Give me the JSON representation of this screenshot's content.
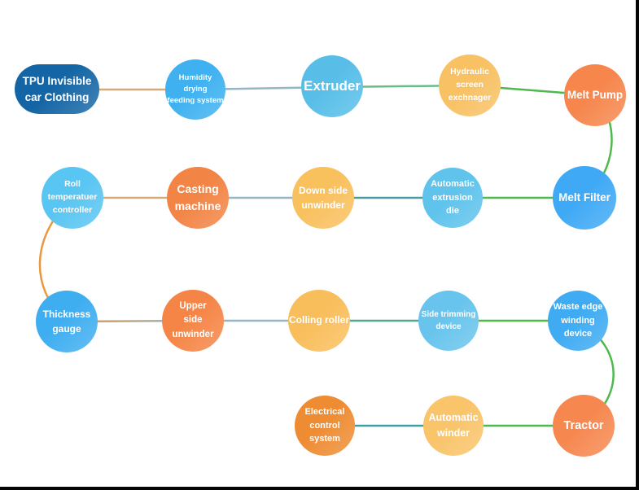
{
  "diagram": {
    "nodes": [
      {
        "id": "tpu-invisible-car-clothing",
        "label": "TPU Invisible\ncar Clothing",
        "shape": "stadium",
        "color": "#1465A5"
      },
      {
        "id": "humidity-drying-feeding-system",
        "label": "Humidity\ndrying\nfeeding system",
        "shape": "circle",
        "color": "#3FB1F0"
      },
      {
        "id": "extruder",
        "label": "Extruder",
        "shape": "circle",
        "color": "#58BEE8"
      },
      {
        "id": "hydraulic-screen-exchnager",
        "label": "Hydraulic\nscreen\nexchnager",
        "shape": "circle",
        "color": "#F8C163"
      },
      {
        "id": "melt-pump",
        "label": "Melt Pump",
        "shape": "circle",
        "color": "#F6864C"
      },
      {
        "id": "roll-temperatuer-controller",
        "label": "Roll\ntemperatuer\ncontroller",
        "shape": "circle",
        "color": "#58C5F2"
      },
      {
        "id": "casting-machine",
        "label": "Casting\nmachine",
        "shape": "circle",
        "color": "#F28445"
      },
      {
        "id": "down-side-unwinder",
        "label": "Down side\nunwinder",
        "shape": "circle",
        "color": "#F9C05E"
      },
      {
        "id": "automatic-extrusion-die",
        "label": "Automatic\nextrusion\ndie",
        "shape": "circle",
        "color": "#5FC3EC"
      },
      {
        "id": "melt-filter",
        "label": "Melt Filter",
        "shape": "circle",
        "color": "#3FA9F5"
      },
      {
        "id": "thickness-gauge",
        "label": "Thickness\ngauge",
        "shape": "circle",
        "color": "#3FAEF0"
      },
      {
        "id": "upper-side-unwinder",
        "label": "Upper\nside\nunwinder",
        "shape": "circle",
        "color": "#F58546"
      },
      {
        "id": "colling-roller",
        "label": "Colling roller",
        "shape": "circle",
        "color": "#F9BE5C"
      },
      {
        "id": "side-trimming-device",
        "label": "Side trimming\ndevice",
        "shape": "circle",
        "color": "#68C4EC"
      },
      {
        "id": "waste-edge-winding-device",
        "label": "Waste edge\nwinding\ndevice",
        "shape": "circle",
        "color": "#3EABF2"
      },
      {
        "id": "electrical-control-system",
        "label": "Electrical\ncontrol\nsystem",
        "shape": "circle",
        "color": "#EE8C33"
      },
      {
        "id": "automatic-winder",
        "label": "Automatic\nwinder",
        "shape": "circle",
        "color": "#F9C46A"
      },
      {
        "id": "tractor",
        "label": "Tractor",
        "shape": "circle",
        "color": "#F6874F"
      }
    ],
    "palette": {
      "tan": "#D4A97C",
      "blue_gray": "#94B6C6",
      "green": "#4FB94F",
      "green_soft": "#68BC85",
      "teal": "#4A9BA8",
      "teal_dark": "#3FA0A3",
      "teal_green": "#55A88F",
      "orange": "#E9983F"
    }
  }
}
